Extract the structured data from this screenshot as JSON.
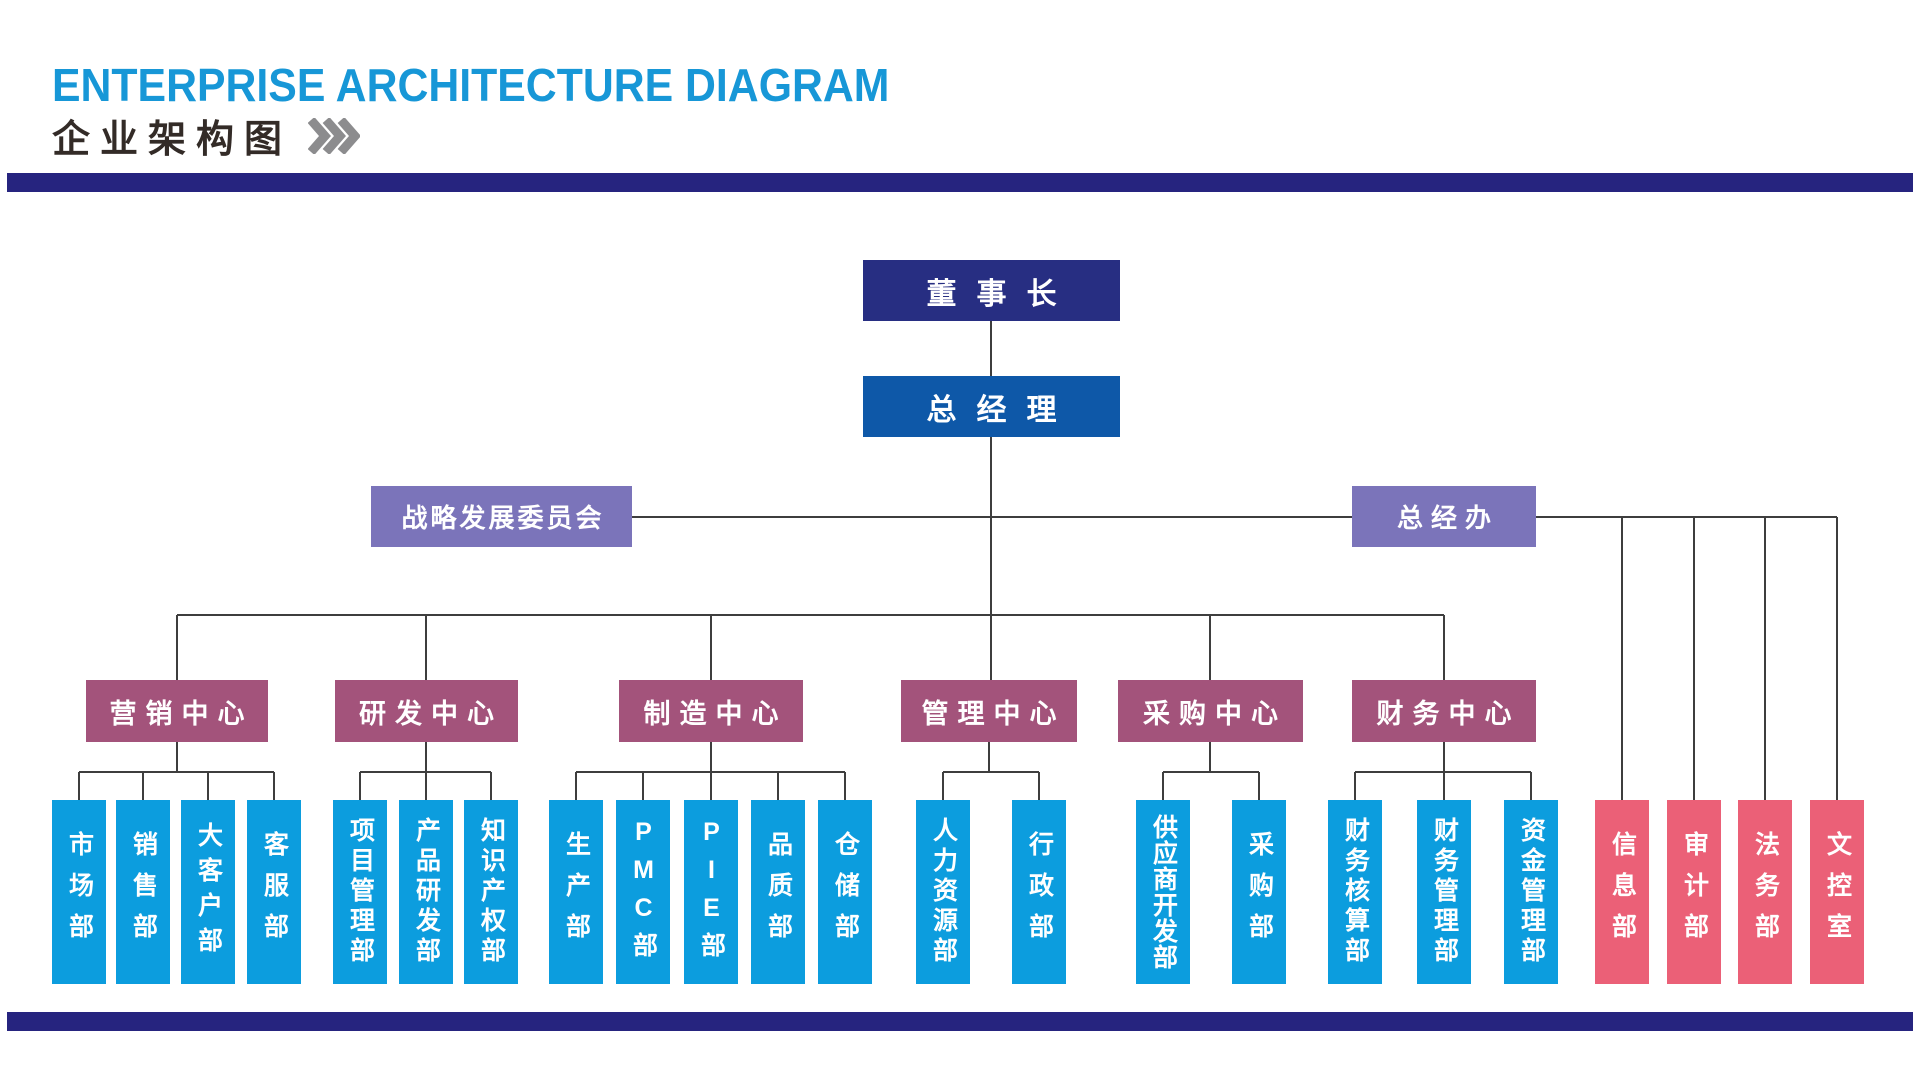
{
  "header": {
    "title_en": "ENTERPRISE ARCHITECTURE DIAGRAM",
    "title_cn": "企业架构图",
    "chevron_icon": "triple-chevron-right"
  },
  "colors": {
    "title_blue": "#1797D7",
    "title_dark": "#332B27",
    "divider_navy": "#26247F",
    "chairman_navy": "#272E82",
    "general_manager_blue": "#0E58A8",
    "staff_purple": "#7B74BA",
    "center_mauve": "#A3537B",
    "department_blue": "#0C9DDE",
    "department_pink": "#EB6077",
    "connector_gray": "#3E3E3E"
  },
  "org": {
    "chairman": "董事长",
    "general_manager": "总经理",
    "committee": "战略发展委员会",
    "gm_office": "总经办",
    "centers": [
      {
        "label": "营销中心",
        "departments": [
          "市场部",
          "销售部",
          "大客户部",
          "客服部"
        ]
      },
      {
        "label": "研发中心",
        "departments": [
          "项目管理部",
          "产品研发部",
          "知识产权部"
        ]
      },
      {
        "label": "制造中心",
        "departments": [
          "生产部",
          "PMC部",
          "PIE部",
          "品质部",
          "仓储部"
        ]
      },
      {
        "label": "管理中心",
        "departments": [
          "人力资源部",
          "行政部"
        ]
      },
      {
        "label": "采购中心",
        "departments": [
          "供应商开发部",
          "采购部"
        ]
      },
      {
        "label": "财务中心",
        "departments": [
          "财务核算部",
          "财务管理部",
          "资金管理部"
        ]
      }
    ],
    "gm_office_departments": [
      "信息部",
      "审计部",
      "法务部",
      "文控室"
    ]
  }
}
